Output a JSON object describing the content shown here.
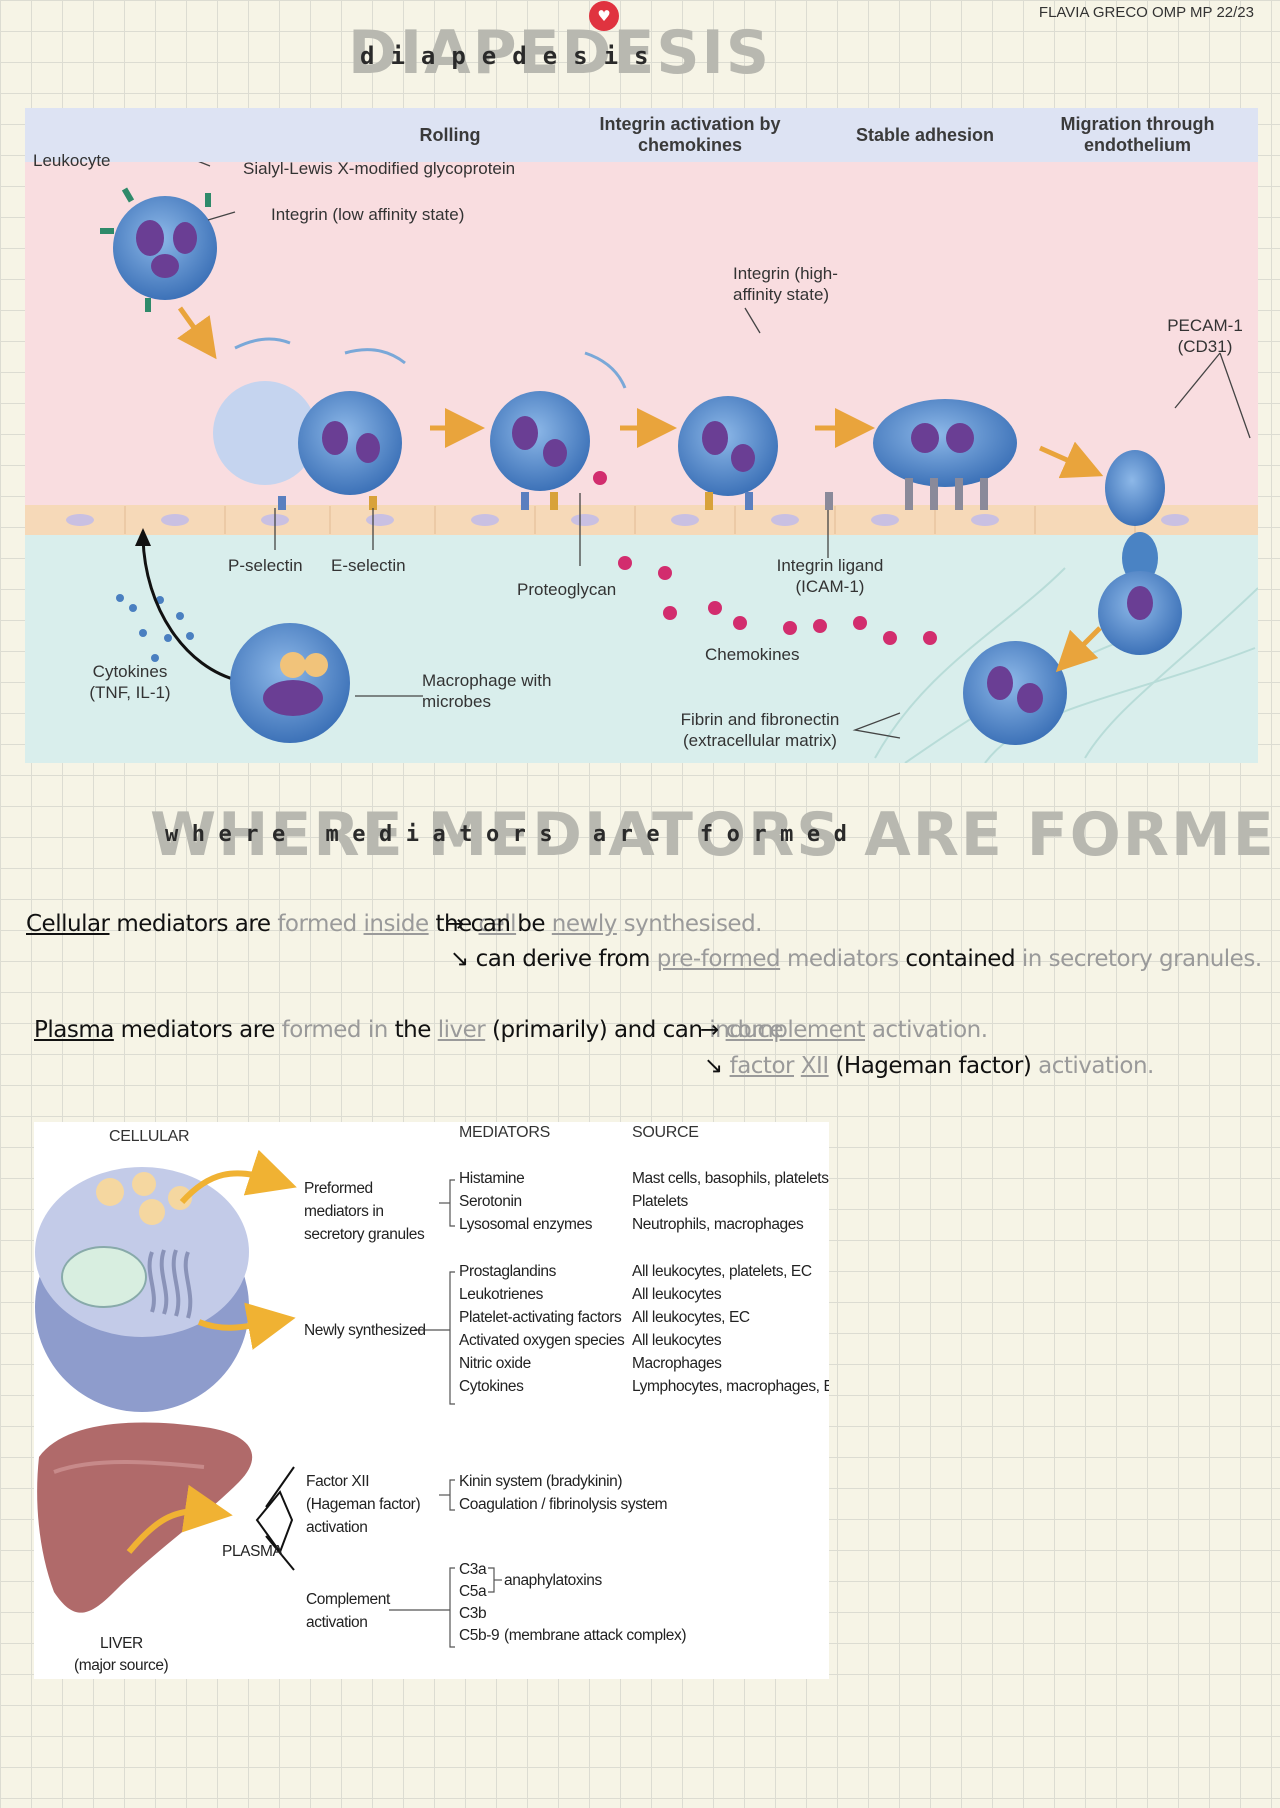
{
  "header": {
    "author": "FLAVIA GRECO OMP MP 22/23",
    "badge_icon": "heart-icon",
    "title_shadow": "DIAPEDESIS",
    "title_script": "diapedesis"
  },
  "diapedesis_figure": {
    "stages": [
      "Rolling",
      "Integrin activation by chemokines",
      "Stable adhesion",
      "Migration through endothelium"
    ],
    "labels": {
      "leukocyte": "Leukocyte",
      "sialyl": "Sialyl-Lewis X-modified glycoprotein",
      "integrin_low": "Integrin (low affinity state)",
      "integrin_high": "Integrin (high- affinity state)",
      "pecam": "PECAM-1 (CD31)",
      "p_selectin": "P-selectin",
      "e_selectin": "E-selectin",
      "proteoglycan": "Proteoglycan",
      "integrin_ligand": "Integrin ligand (ICAM-1)",
      "chemokines": "Chemokines",
      "cytokines": "Cytokines (TNF, IL-1)",
      "macrophage": "Macrophage with microbes",
      "fibrin": "Fibrin and fibronectin (extracellular matrix)"
    },
    "colors": {
      "vessel_lumen": "#f9dde0",
      "tissue": "#d9eeec",
      "stage_bar": "#dde3f3",
      "cell": "#4a83c4",
      "nucleus": "#6a3e94",
      "arrow": "#e9a43c",
      "chemokine": "#d22d6e"
    }
  },
  "section2": {
    "title_shadow": "WHERE MEDIATORS ARE FORMED",
    "title_script": "where mediators are formed"
  },
  "notes": {
    "cellular": {
      "w1": "Cellular",
      "w2": "mediators are",
      "w3": "formed",
      "w4": "inside",
      "w5": "the",
      "w6": "cell",
      "branch1_a": "can be",
      "branch1_b": "newly",
      "branch1_c": "synthesised.",
      "branch2_a": "can derive from",
      "branch2_b": "pre-formed",
      "branch2_c": "mediators",
      "branch2_d": "contained",
      "branch2_e": "in secretory granules."
    },
    "plasma": {
      "w1": "Plasma",
      "w2": "mediators are",
      "w3": "formed in",
      "w4": "the",
      "w5": "liver",
      "w6": "(primarily) and can",
      "w7": "induce",
      "branch1_a": "complement",
      "branch1_b": "activation.",
      "branch2_a": "factor",
      "branch2_b": "XII",
      "branch2_c": "(Hageman factor)",
      "branch2_d": "activation."
    }
  },
  "mediators_figure": {
    "headers": {
      "cellular": "CELLULAR",
      "mediators": "MEDIATORS",
      "source": "SOURCE"
    },
    "preformed": {
      "group": "Preformed mediators in secretory granules",
      "rows": [
        {
          "mediator": "Histamine",
          "source": "Mast cells, basophils, platelets"
        },
        {
          "mediator": "Serotonin",
          "source": "Platelets"
        },
        {
          "mediator": "Lysosomal enzymes",
          "source": "Neutrophils, macrophages"
        }
      ]
    },
    "newly": {
      "group": "Newly synthesized",
      "rows": [
        {
          "mediator": "Prostaglandins",
          "source": "All leukocytes, platelets, EC"
        },
        {
          "mediator": "Leukotrienes",
          "source": "All leukocytes"
        },
        {
          "mediator": "Platelet-activating factors",
          "source": "All leukocytes, EC"
        },
        {
          "mediator": "Activated oxygen species",
          "source": "All leukocytes"
        },
        {
          "mediator": "Nitric oxide",
          "source": "Macrophages"
        },
        {
          "mediator": "Cytokines",
          "source": "Lymphocytes, macrophages, EC"
        }
      ]
    },
    "plasma": {
      "label": "PLASMA",
      "liver": "LIVER",
      "liver_sub": "(major source)",
      "factor_xii": "Factor XII (Hageman factor) activation",
      "factor_items": [
        "Kinin system (bradykinin)",
        "Coagulation / fibrinolysis system"
      ],
      "complement": "Complement activation",
      "c3a": "C3a",
      "c5a": "C5a",
      "c3b": "C3b",
      "c5b9": "C5b-9",
      "anaphylatoxins": "anaphylatoxins",
      "mac": "(membrane attack complex)"
    },
    "colors": {
      "arrow": "#f0b233",
      "liver": "#b06a6a",
      "cell_body": "#b9c3e2"
    }
  }
}
